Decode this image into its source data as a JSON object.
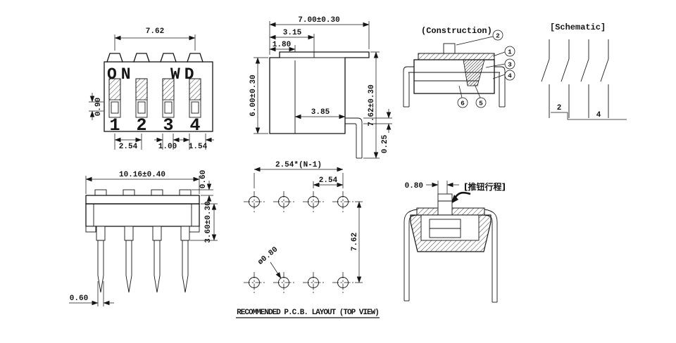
{
  "sheet": {
    "background": "#ffffff",
    "line_color": "#151515"
  },
  "front_view": {
    "dim_span": "7.62",
    "label_on": "ON",
    "label_wd": "WD",
    "dim_actuator": "0.90",
    "position_numbers": [
      "1",
      "2",
      "3",
      "4"
    ],
    "dim_pitch": "2.54",
    "dim_slot": "1.00",
    "dim_end": "1.54"
  },
  "side_view": {
    "dim_width": "7.00±0.30",
    "dim_step1": "3.15",
    "dim_step2": "1.80",
    "dim_body_height": "6.00±0.30",
    "dim_base": "3.85",
    "dim_total_height": "7.62±0.30",
    "dim_lead_thickness": "0.25"
  },
  "construction_view": {
    "title": "(Construction)",
    "callouts": [
      "1",
      "2",
      "3",
      "4",
      "5",
      "6"
    ]
  },
  "schematic_view": {
    "title": "[Schematic]",
    "label_2": "2",
    "label_4": "4"
  },
  "pin_view": {
    "dim_width": "10.16±0.40",
    "dim_tab": "0.60",
    "dim_height": "3.60±0.30",
    "dim_pin_width": "0.60"
  },
  "pcb_layout": {
    "dim_span": "2.54*(N-1)",
    "dim_pitch": "2.54",
    "dim_row_pitch": "7.62",
    "dim_hole": "ø0.80",
    "caption": "RECOMMENDED P.C.B. LAYOUT (TOP VIEW)"
  },
  "travel_view": {
    "dim_travel": "0.80",
    "label": "[推钮行程]"
  }
}
